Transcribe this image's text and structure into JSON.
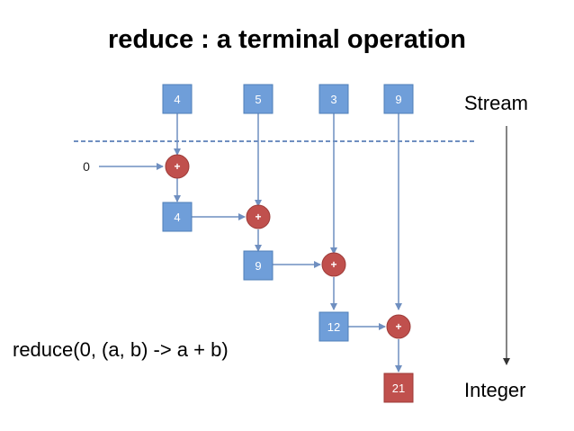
{
  "title": "reduce : a terminal operation",
  "labels": {
    "stream": "Stream",
    "integer": "Integer",
    "code": "reduce(0, (a, b) -> a + b)",
    "initial": "0",
    "plus": "+"
  },
  "stream_values": [
    "4",
    "5",
    "3",
    "9"
  ],
  "accumulated_values": [
    "4",
    "9",
    "12"
  ],
  "result": "21",
  "colors": {
    "stream_box": "#6f9ed9",
    "stream_box_border": "#4f7fb8",
    "result_box": "#c0504d",
    "plus_circle": "#c0504d",
    "arrow": "#6f8fc0",
    "dashed_line": "#6f8fc0"
  }
}
